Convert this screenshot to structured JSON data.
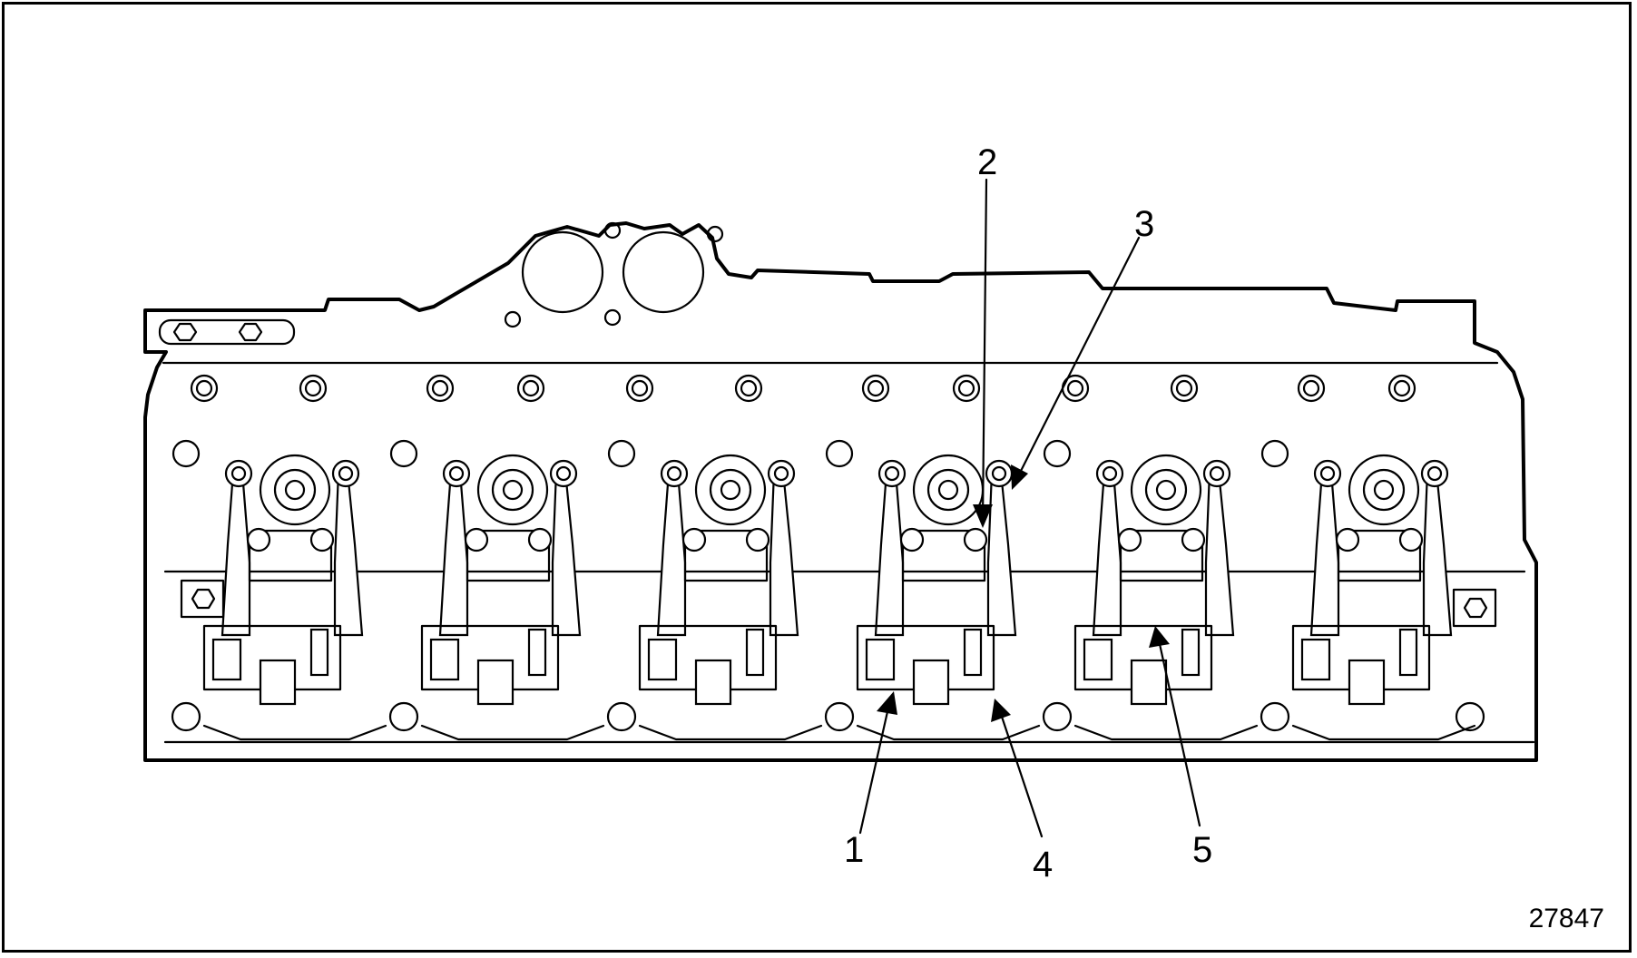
{
  "figure_number": "27847",
  "callouts": [
    {
      "id": "1",
      "label": "1"
    },
    {
      "id": "2",
      "label": "2"
    },
    {
      "id": "3",
      "label": "3"
    },
    {
      "id": "4",
      "label": "4"
    },
    {
      "id": "5",
      "label": "5"
    }
  ],
  "components": {
    "rocker_arm_assemblies": 6,
    "fuel_injectors": 6
  },
  "colors": {
    "line": "#000000",
    "background": "#ffffff"
  }
}
